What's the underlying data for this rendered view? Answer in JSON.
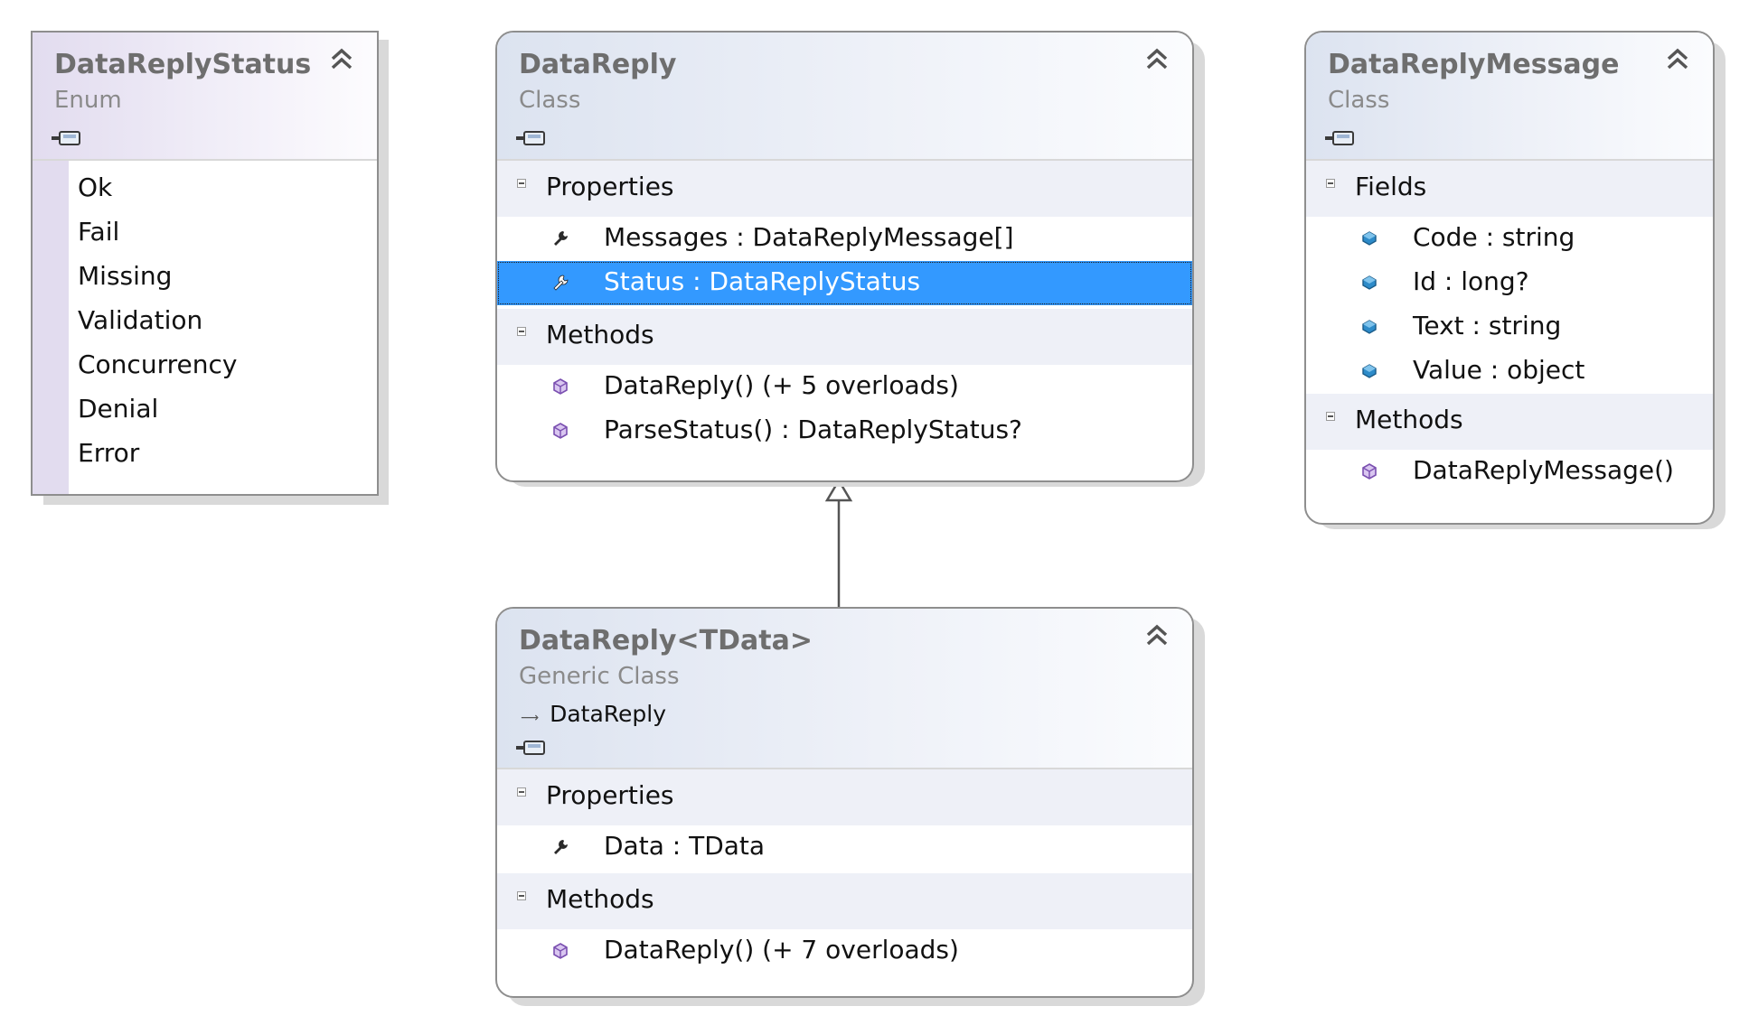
{
  "diagram": {
    "enum_box": {
      "title": "DataReplyStatus",
      "kind": "Enum",
      "collapse_icon": "double-chevron-up-icon",
      "items": [
        "Ok",
        "Fail",
        "Missing",
        "Validation",
        "Concurrency",
        "Denial",
        "Error"
      ]
    },
    "data_reply": {
      "title": "DataReply",
      "kind": "Class",
      "collapse_icon": "double-chevron-up-icon",
      "sections": [
        {
          "label": "Properties",
          "members": [
            {
              "text": "Messages : DataReplyMessage[]",
              "icon": "property-wrench-icon",
              "selected": false
            },
            {
              "text": "Status : DataReplyStatus",
              "icon": "property-wrench-icon",
              "selected": true
            }
          ]
        },
        {
          "label": "Methods",
          "members": [
            {
              "text": "DataReply() (+ 5 overloads)",
              "icon": "method-cube-icon",
              "selected": false
            },
            {
              "text": "ParseStatus() : DataReplyStatus?",
              "icon": "method-cube-icon",
              "selected": false
            }
          ]
        }
      ]
    },
    "data_reply_message": {
      "title": "DataReplyMessage",
      "kind": "Class",
      "collapse_icon": "double-chevron-up-icon",
      "sections": [
        {
          "label": "Fields",
          "members": [
            {
              "text": "Code : string",
              "icon": "field-icon"
            },
            {
              "text": "Id : long?",
              "icon": "field-icon"
            },
            {
              "text": "Text : string",
              "icon": "field-icon"
            },
            {
              "text": "Value : object",
              "icon": "field-icon"
            }
          ]
        },
        {
          "label": "Methods",
          "members": [
            {
              "text": "DataReplyMessage()",
              "icon": "method-cube-icon"
            }
          ]
        }
      ]
    },
    "data_reply_generic": {
      "title": "DataReply<TData>",
      "kind": "Generic Class",
      "base_class": "DataReply",
      "collapse_icon": "double-chevron-up-icon",
      "sections": [
        {
          "label": "Properties",
          "members": [
            {
              "text": "Data : TData",
              "icon": "property-wrench-icon"
            }
          ]
        },
        {
          "label": "Methods",
          "members": [
            {
              "text": "DataReply() (+ 7 overloads)",
              "icon": "method-cube-icon"
            }
          ]
        }
      ]
    },
    "colors": {
      "selection": "#3399ff",
      "class_header": "#dce3f0",
      "enum_header": "#e2dcef",
      "section_band": "#eef0f7",
      "border": "#8e8e8e"
    }
  }
}
